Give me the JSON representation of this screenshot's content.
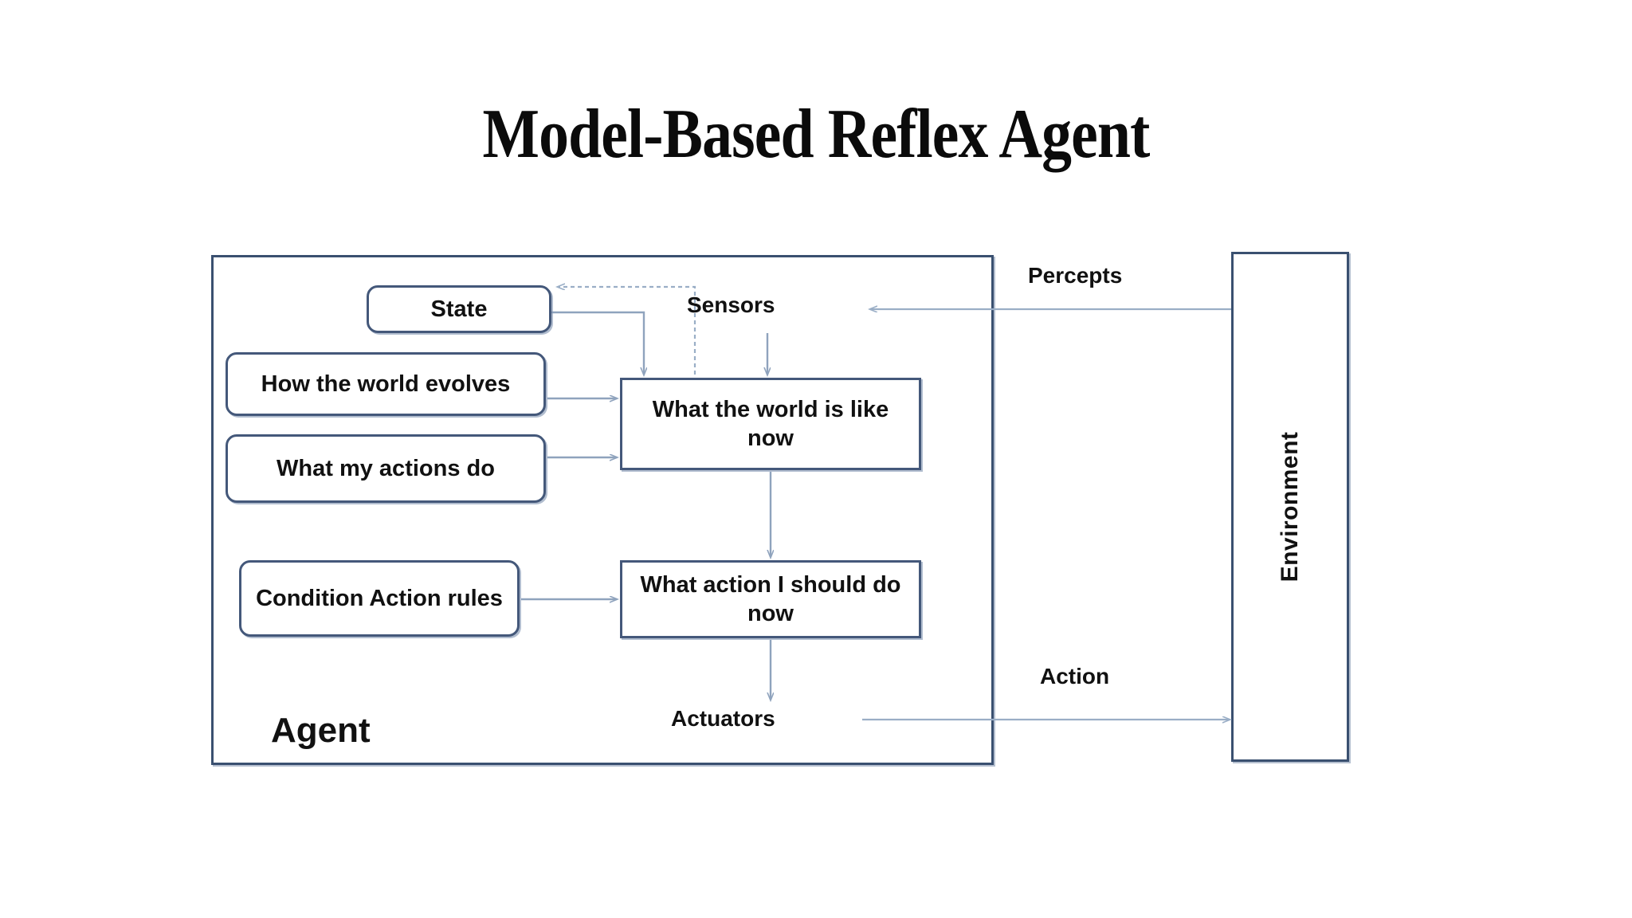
{
  "title": "Model-Based Reflex Agent",
  "colors": {
    "box_border": "#44587a",
    "outer_border": "#3a5070",
    "connector": "#8fa3bd",
    "text": "#111111",
    "background": "#ffffff"
  },
  "agent": {
    "label": "Agent",
    "nodes": {
      "state": "State",
      "world_evolves": "How the world evolves",
      "actions_do": "What my actions do",
      "ca_rules": "Condition Action rules",
      "world_like_now": "What the world is like now",
      "action_do_now": "What action I should do now"
    },
    "interfaces": {
      "sensors": "Sensors",
      "actuators": "Actuators"
    }
  },
  "environment": {
    "label": "Environment"
  },
  "channels": {
    "percepts": "Percepts",
    "action": "Action"
  },
  "diagram_structure": {
    "type": "flow-diagram",
    "edges": [
      {
        "from": "sensors",
        "to": "world_like_now",
        "style": "solid",
        "direction": "down"
      },
      {
        "from": "state",
        "to": "world_like_now",
        "style": "solid",
        "direction": "right-down"
      },
      {
        "from": "world_evolves",
        "to": "world_like_now",
        "style": "solid",
        "direction": "right"
      },
      {
        "from": "actions_do",
        "to": "world_like_now",
        "style": "solid",
        "direction": "right"
      },
      {
        "from": "world_like_now",
        "to": "state",
        "style": "dashed",
        "direction": "up-left"
      },
      {
        "from": "world_like_now",
        "to": "action_do_now",
        "style": "solid",
        "direction": "down"
      },
      {
        "from": "ca_rules",
        "to": "action_do_now",
        "style": "solid",
        "direction": "right"
      },
      {
        "from": "action_do_now",
        "to": "actuators",
        "style": "solid",
        "direction": "down"
      },
      {
        "from": "environment",
        "to": "sensors",
        "style": "solid",
        "direction": "left",
        "label": "Percepts"
      },
      {
        "from": "actuators",
        "to": "environment",
        "style": "solid",
        "direction": "right",
        "label": "Action"
      }
    ]
  }
}
